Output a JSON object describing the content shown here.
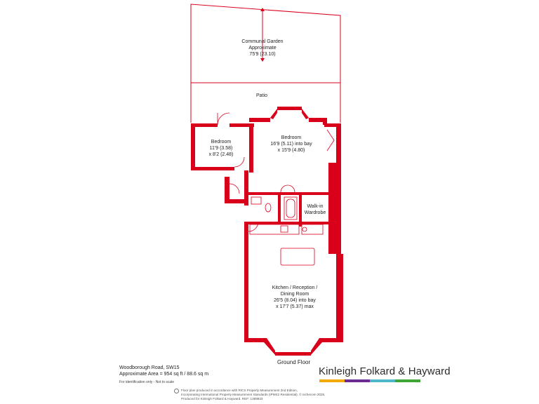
{
  "rooms": {
    "garden": [
      "Communal Garden",
      "Approximate",
      "75'9 (23.10)"
    ],
    "patio": [
      "Patio"
    ],
    "bedroom1": [
      "Bedroom",
      "11'9 (3.58)",
      "x 8'2 (2.48)"
    ],
    "bedroom2": [
      "Bedroom",
      "16'9 (5.11) into bay",
      "x 15'9 (4.80)"
    ],
    "wardrobe": [
      "Walk-in",
      "Wardrobe"
    ],
    "kitchen": [
      "Kitchen / Reception /",
      "Dining Room",
      "26'5 (8.04) into bay",
      "x 17'7 (5.37) max"
    ]
  },
  "floor_label": "Ground Floor",
  "address": {
    "street": "Woodborough Road, SW15",
    "area": "Approximate Area = 954 sq ft / 88.6 sq m",
    "note": "For identification only - Not to scale"
  },
  "brand": {
    "name": "Kinleigh Folkard & Hayward",
    "colors": [
      "#f2a900",
      "#6a2c91",
      "#4db8c8",
      "#3fa535"
    ]
  },
  "footer": [
    "Floor plan produced in accordance with RICS Property Measurement 2nd Edition,",
    "Incorporating International Property Measurement Standards (IPMS2 Residential). © nichecom 2025.",
    "Produced for Kinleigh Folkard & Hayward.   REF: 1389833"
  ],
  "colors": {
    "wall": "#d9001b",
    "line": "#d9001b"
  }
}
